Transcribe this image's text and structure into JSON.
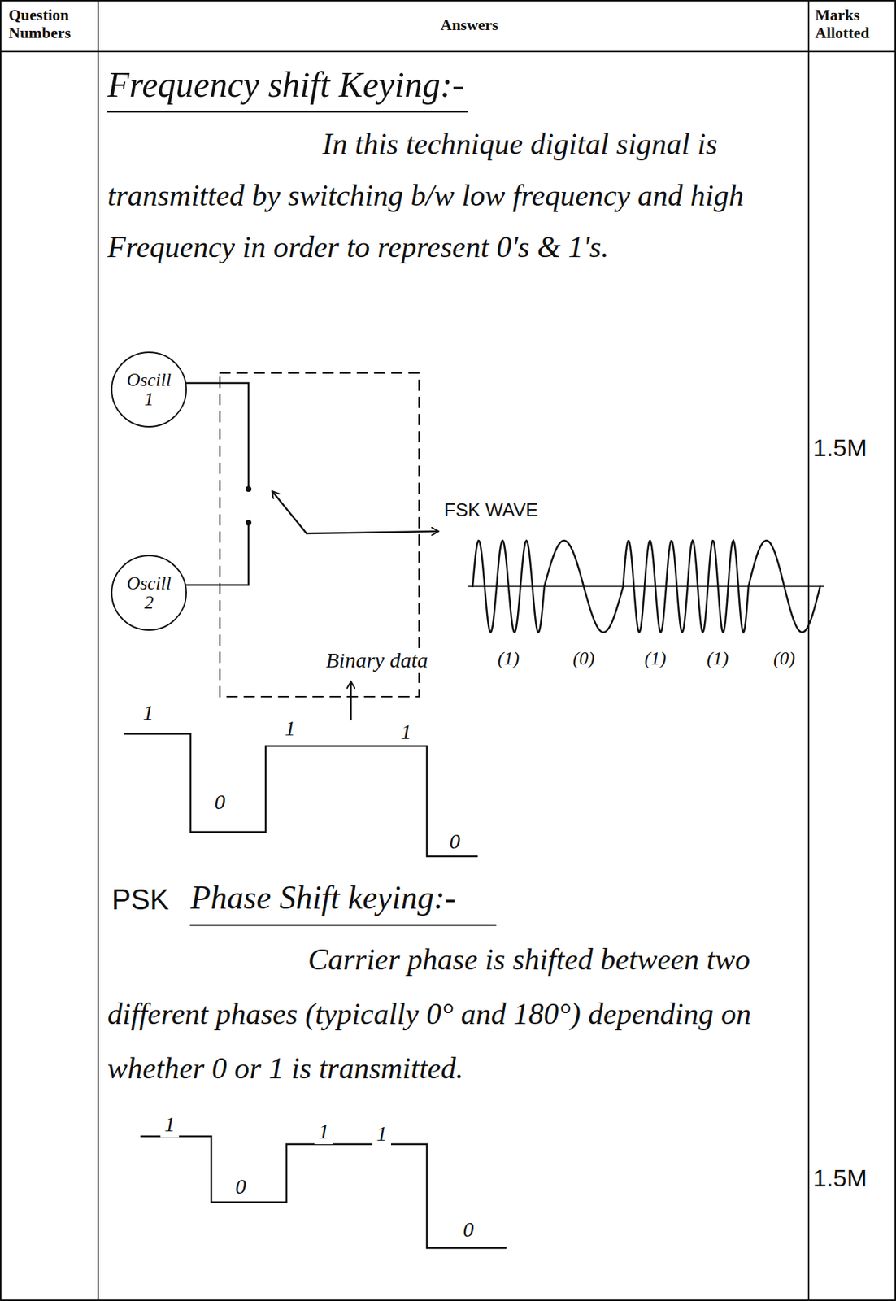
{
  "diagram": {
    "nodes": [
      {
        "text": [
          "Oscill 1"
        ]
      },
      {
        "text": [
          "Oscill 2"
        ]
      }
    ],
    "labels": [
      "Question Numbers",
      "Answers",
      "Marks Allotted",
      "Frequency shift Keying:-",
      "In this technique digital signal is transmitted by switching b/w low frequency and high Frequency in order to represent 0's & 1's.",
      "FSK WAVE",
      "(1)",
      "(0)",
      "(1)",
      "(1)",
      "(0)",
      "Binary data",
      "1.5M",
      "1",
      "0",
      "1",
      "1",
      "0",
      "PSK",
      "Phase Shift keying:-",
      "Carrier phase is shifted between two different phases (typically 0° and 180°) depending on whether 0 or 1 is transmitted.",
      "1",
      "0",
      "1",
      "1",
      "0",
      "1.5M"
    ]
  }
}
